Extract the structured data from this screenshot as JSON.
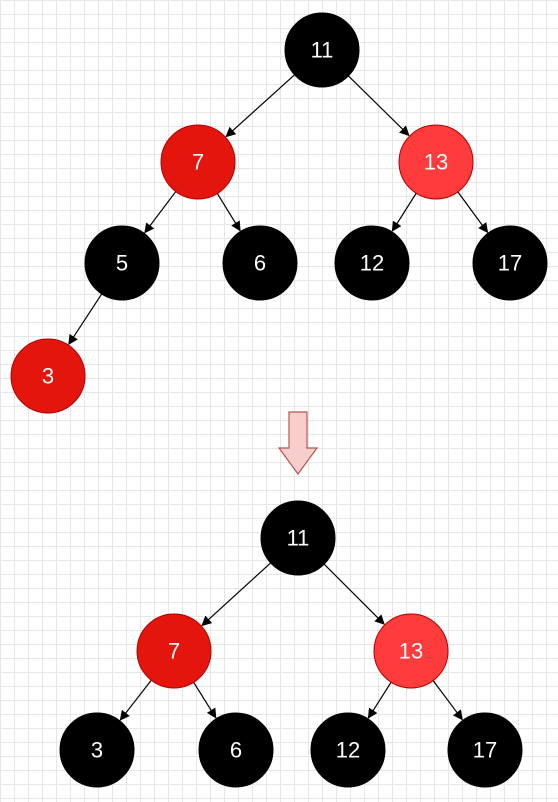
{
  "colors": {
    "black_node": "#000000",
    "red_node": "#e3150c",
    "light_red_node": "#ff3b3b",
    "edge": "#000000",
    "arrow_fill": "#f8cecc",
    "arrow_stroke": "#b85450",
    "label": "#ffffff"
  },
  "before_tree": {
    "nodes": [
      {
        "id": "b11",
        "label": "11",
        "color": "black"
      },
      {
        "id": "b7",
        "label": "7",
        "color": "red"
      },
      {
        "id": "b13",
        "label": "13",
        "color": "light_red"
      },
      {
        "id": "b5",
        "label": "5",
        "color": "black"
      },
      {
        "id": "b6",
        "label": "6",
        "color": "black"
      },
      {
        "id": "b12",
        "label": "12",
        "color": "black"
      },
      {
        "id": "b17",
        "label": "17",
        "color": "black"
      },
      {
        "id": "b3",
        "label": "3",
        "color": "red"
      }
    ],
    "edges": [
      [
        "b11",
        "b7"
      ],
      [
        "b11",
        "b13"
      ],
      [
        "b7",
        "b5"
      ],
      [
        "b7",
        "b6"
      ],
      [
        "b13",
        "b12"
      ],
      [
        "b13",
        "b17"
      ],
      [
        "b5",
        "b3"
      ]
    ]
  },
  "after_tree": {
    "nodes": [
      {
        "id": "a11",
        "label": "11",
        "color": "black"
      },
      {
        "id": "a7",
        "label": "7",
        "color": "red"
      },
      {
        "id": "a13",
        "label": "13",
        "color": "light_red"
      },
      {
        "id": "a3",
        "label": "3",
        "color": "black"
      },
      {
        "id": "a6",
        "label": "6",
        "color": "black"
      },
      {
        "id": "a12",
        "label": "12",
        "color": "black"
      },
      {
        "id": "a17",
        "label": "17",
        "color": "black"
      }
    ],
    "edges": [
      [
        "a11",
        "a7"
      ],
      [
        "a11",
        "a13"
      ],
      [
        "a7",
        "a3"
      ],
      [
        "a7",
        "a6"
      ],
      [
        "a13",
        "a12"
      ],
      [
        "a13",
        "a17"
      ]
    ]
  },
  "transition_arrow": {
    "icon": "down-arrow-icon"
  }
}
